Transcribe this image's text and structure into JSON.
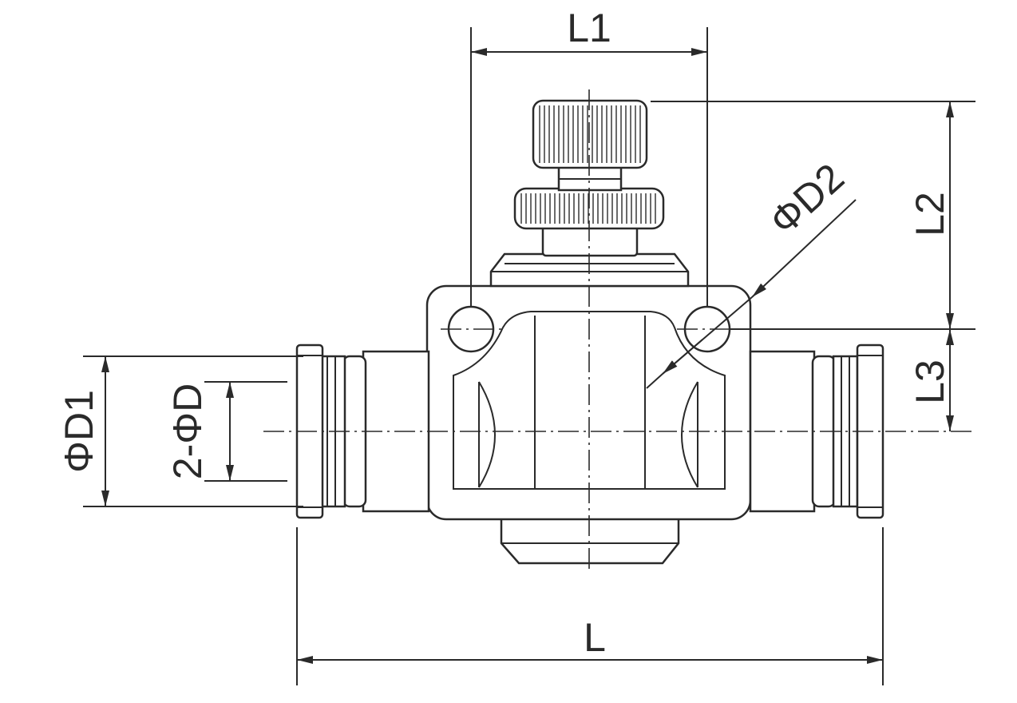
{
  "diagram": {
    "labels": {
      "L1": "L1",
      "L2": "L2",
      "L3": "L3",
      "L": "L",
      "D1": "ΦD1",
      "D2": "ΦD2",
      "D": "2-ΦD"
    },
    "colors": {
      "line": "#2a2a2a",
      "background": "#ffffff"
    }
  }
}
